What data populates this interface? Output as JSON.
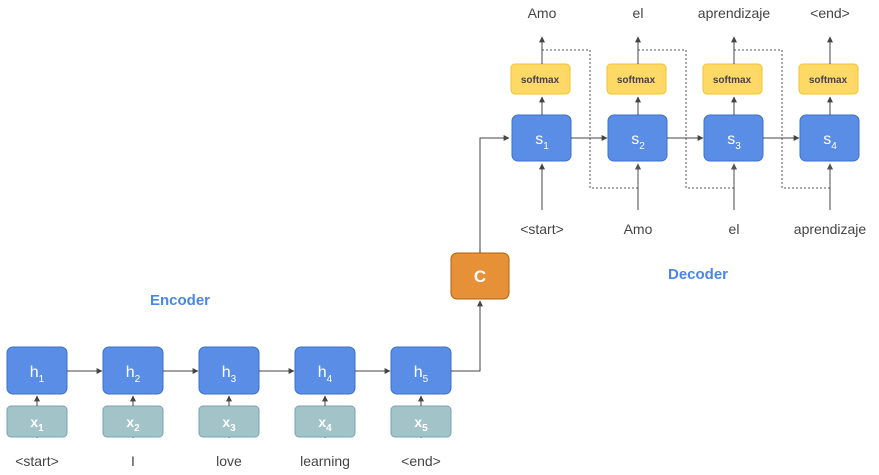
{
  "encoder": {
    "label": "Encoder",
    "hidden_states": [
      {
        "main": "h",
        "sub": "1"
      },
      {
        "main": "h",
        "sub": "2"
      },
      {
        "main": "h",
        "sub": "3"
      },
      {
        "main": "h",
        "sub": "4"
      },
      {
        "main": "h",
        "sub": "5"
      }
    ],
    "inputs": [
      {
        "main": "x",
        "sub": "1"
      },
      {
        "main": "x",
        "sub": "2"
      },
      {
        "main": "x",
        "sub": "3"
      },
      {
        "main": "x",
        "sub": "4"
      },
      {
        "main": "x",
        "sub": "5"
      }
    ],
    "words": [
      "<start>",
      "I",
      "love",
      "learning",
      "<end>"
    ]
  },
  "context": {
    "label": "C"
  },
  "decoder": {
    "label": "Decoder",
    "states": [
      {
        "main": "s",
        "sub": "1"
      },
      {
        "main": "s",
        "sub": "2"
      },
      {
        "main": "s",
        "sub": "3"
      },
      {
        "main": "s",
        "sub": "4"
      }
    ],
    "softmax_label": "softmax",
    "input_words": [
      "<start>",
      "Amo",
      "el",
      "aprendizaje"
    ],
    "output_words": [
      "Amo",
      "el",
      "aprendizaje",
      "<end>"
    ]
  },
  "colors": {
    "hidden_box": "#5a8ee6",
    "input_box": "#a2c4c9",
    "context_box": "#e69138",
    "softmax_box": "#ffd966",
    "label_blue": "#4a86e8"
  }
}
